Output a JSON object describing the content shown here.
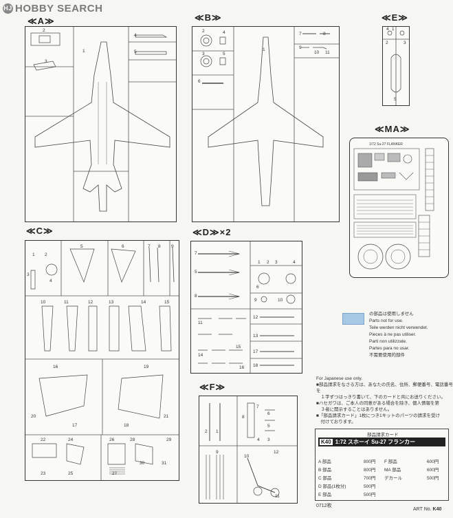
{
  "watermark": {
    "logo": "HJ",
    "brand": "HOBBY SEARCH"
  },
  "sections": {
    "A": {
      "header": "≪A≫",
      "parts": [
        "1",
        "2",
        "3",
        "4",
        "5"
      ]
    },
    "B": {
      "header": "≪B≫",
      "parts": [
        "1",
        "2",
        "3",
        "4",
        "5",
        "6",
        "7",
        "8",
        "9",
        "10",
        "11"
      ]
    },
    "E": {
      "header": "≪E≫",
      "parts": [
        "1",
        "2",
        "3",
        "4",
        "5"
      ]
    },
    "MA": {
      "header": "≪MA≫",
      "plate_title": "1/72 Su-27 FLANKER"
    },
    "C": {
      "header": "≪C≫",
      "parts": [
        "1",
        "2",
        "3",
        "4",
        "5",
        "6",
        "7",
        "8",
        "9",
        "10",
        "11",
        "12",
        "13",
        "14",
        "15",
        "16",
        "17",
        "18",
        "19",
        "20",
        "21",
        "22",
        "23",
        "24",
        "25",
        "26",
        "27",
        "28",
        "29",
        "30",
        "31"
      ]
    },
    "D": {
      "header": "≪D≫×2",
      "parts": [
        "1",
        "2",
        "3",
        "4",
        "5",
        "6",
        "7",
        "8",
        "9",
        "10",
        "11",
        "12",
        "13",
        "14",
        "15",
        "16",
        "17",
        "18"
      ]
    },
    "F": {
      "header": "≪F≫",
      "parts": [
        "1",
        "2",
        "3",
        "4",
        "5",
        "6",
        "7",
        "8",
        "9",
        "10",
        "11",
        "12"
      ]
    }
  },
  "legend": {
    "lines": [
      "の部品は使用しません",
      "Parts not for use.",
      "Teile werden nicht verwendet.",
      "Pieces à ne pas utiliser.",
      "Parti non utilizzate.",
      "Partes para no usar.",
      "不需要使用的部件"
    ],
    "swatch_color": "#a8c9e6"
  },
  "notes": {
    "lines": [
      "For Japanese use only.",
      "■部品請求をなさる方は、あなたの氏名、住所、郵便番号、電話番号を",
      "　１字ずつはっきり書いて、下のカードと共にお送りください。",
      "■ハセガワは、ご本人の同意がある場合を除き、個人情報を第",
      "　３者に開示することはありません。",
      "■「部品請求カード」1枚につき1キットのパーツの請求を受け",
      "　付けております。"
    ]
  },
  "order_card": {
    "heading": "部品請求カード",
    "code": "K40",
    "title": "1:72 スホーイ Su-27 フランカー",
    "rows": [
      {
        "left_label": "A 部品",
        "left_price": "800円",
        "right_label": "F 部品",
        "right_price": "600円"
      },
      {
        "left_label": "B 部品",
        "left_price": "800円",
        "right_label": "MA 部品",
        "right_price": "600円"
      },
      {
        "left_label": "C 部品",
        "left_price": "700円",
        "right_label": "デカール",
        "right_price": "500円"
      },
      {
        "left_label": "D 部品(1枚分)",
        "left_price": "500円",
        "right_label": "",
        "right_price": ""
      },
      {
        "left_label": "E 部品",
        "left_price": "500円",
        "right_label": "",
        "right_price": ""
      }
    ]
  },
  "footer": {
    "left_code": "0712枚",
    "art_no_label": "ART No.",
    "art_no": "K40"
  }
}
